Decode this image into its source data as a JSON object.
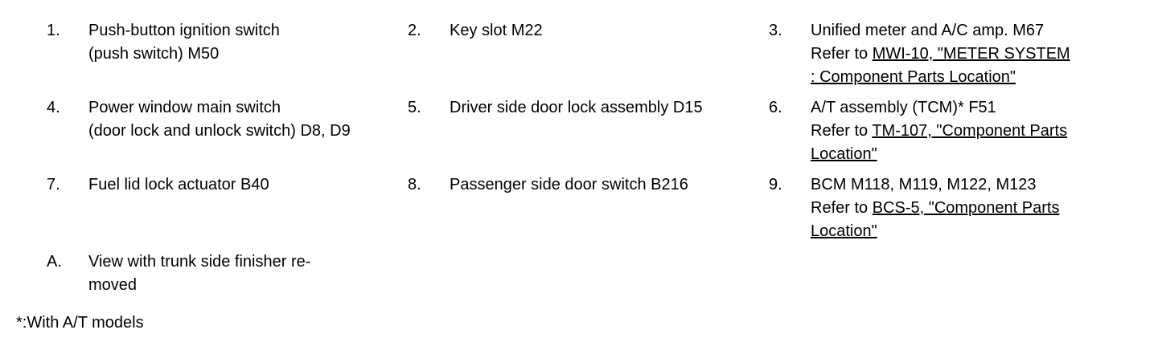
{
  "items": [
    {
      "number": "1.",
      "lines": [
        "Push-button ignition switch",
        "(push switch) M50"
      ]
    },
    {
      "number": "2.",
      "lines": [
        "Key slot M22"
      ]
    },
    {
      "number": "3.",
      "lines": [
        "Unified meter and A/C amp. M67"
      ],
      "refer_prefix": "Refer to ",
      "link_lines": [
        "MWI-10, \"METER SYSTEM ",
        ": Component Parts Location\""
      ]
    },
    {
      "number": "4.",
      "lines": [
        "Power window main switch",
        "(door lock and unlock switch) D8, D9"
      ]
    },
    {
      "number": "5.",
      "lines": [
        "Driver side door lock assembly D15"
      ]
    },
    {
      "number": "6.",
      "lines": [
        "A/T assembly (TCM)* F51"
      ],
      "refer_prefix": "Refer to ",
      "link_lines": [
        "TM-107, \"Component Parts ",
        "Location\""
      ]
    },
    {
      "number": "7.",
      "lines": [
        "Fuel lid lock actuator B40"
      ]
    },
    {
      "number": "8.",
      "lines": [
        "Passenger side door switch B216"
      ]
    },
    {
      "number": "9.",
      "lines": [
        "BCM M118, M119, M122, M123"
      ],
      "refer_prefix": "Refer to ",
      "link_lines": [
        "BCS-5, \"Component Parts ",
        "Location\""
      ]
    },
    {
      "number": "A.",
      "lines": [
        "View with trunk side finisher re-",
        "moved"
      ]
    }
  ],
  "footnote": "*:With A/T models"
}
